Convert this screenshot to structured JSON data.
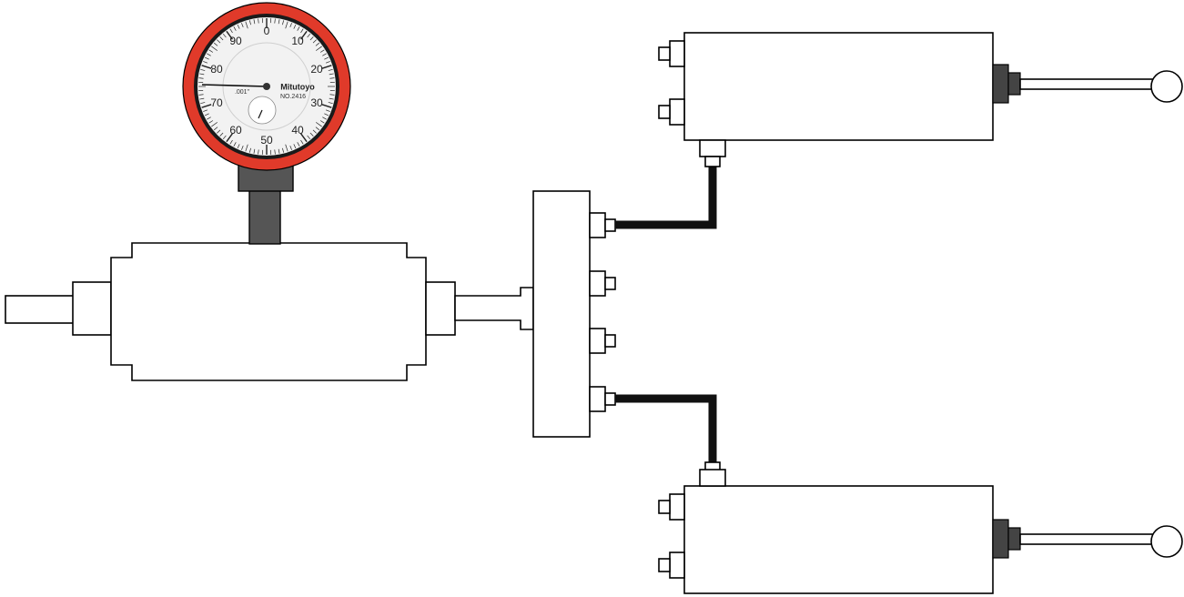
{
  "diagram": {
    "gauge": {
      "brand": "Mitutoyo",
      "model": "NO.2416",
      "resolution": ".001\"",
      "numbers": [
        "0",
        "10",
        "20",
        "30",
        "40",
        "50",
        "40",
        "30",
        "20",
        "10"
      ],
      "numbers_left": [
        "90",
        "80",
        "70",
        "60"
      ],
      "colors": {
        "bezel": "#e03a2a",
        "rim": "#1a1a1a",
        "face": "#f2f2f2",
        "stem": "#555555"
      }
    },
    "hose_color": "#111111",
    "handle_color": "#444444"
  }
}
